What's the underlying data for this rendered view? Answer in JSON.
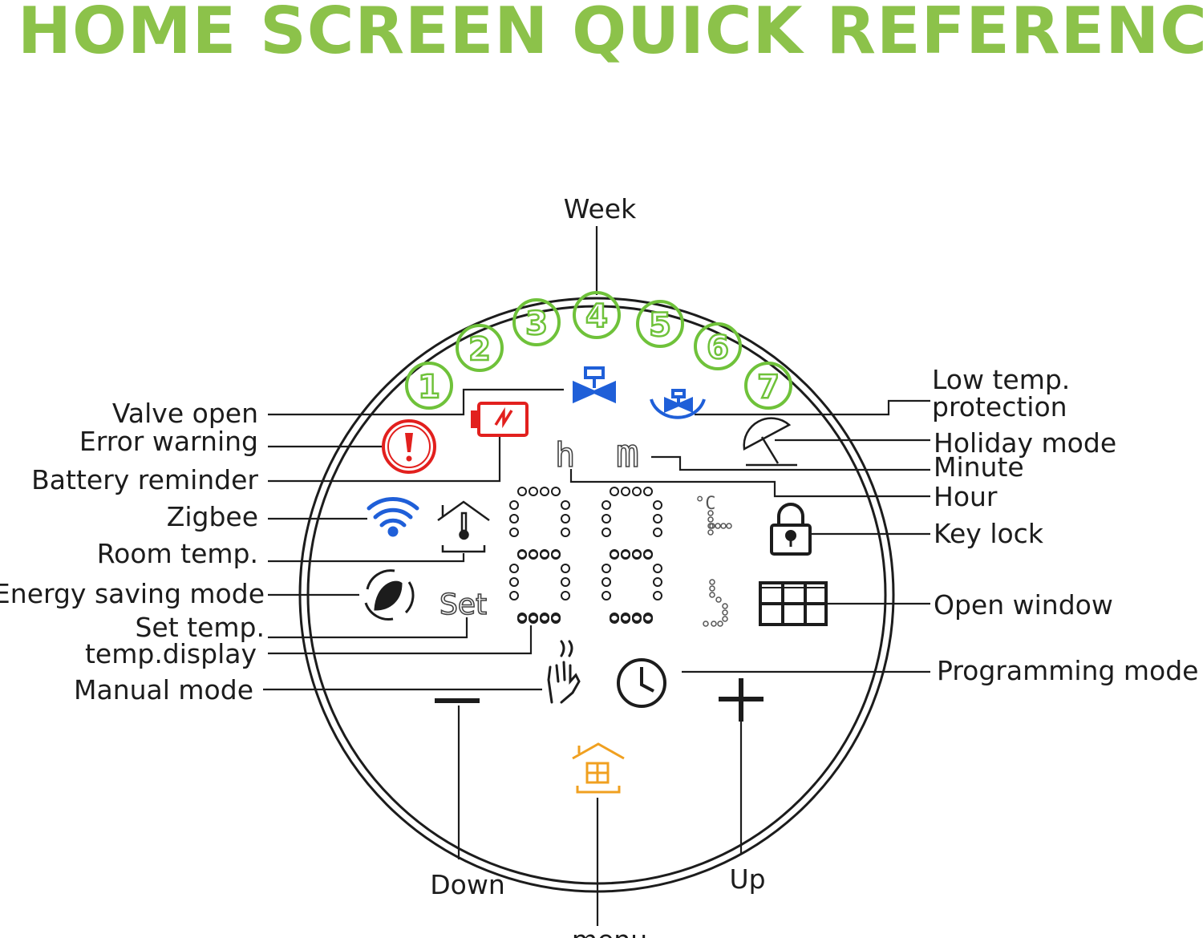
{
  "title": "HOME SCREEN QUICK REFERENCE",
  "colors": {
    "title": "#8cc24a",
    "day_green": "#6fc23a",
    "blue": "#1f5fd8",
    "red": "#e2201e",
    "orange": "#f0a020",
    "ink": "#1c1c1c"
  },
  "week_days": [
    "1",
    "2",
    "3",
    "4",
    "5",
    "6",
    "7"
  ],
  "display": {
    "hour_symbol": "h",
    "minute_symbol": "m",
    "unit": "°C",
    "set_symbol": "Set",
    "digits": "8888"
  },
  "labels": {
    "week": "Week",
    "valve_open": "Valve open",
    "error_warning": "Error warning",
    "battery_reminder": "Battery reminder",
    "zigbee": "Zigbee",
    "room_temp": "Room temp.",
    "energy_saving_mode": "Energy saving mode",
    "set_temp": "Set temp.",
    "temp_display": "temp.display",
    "manual_mode": "Manual mode",
    "low_temp_protection_1": "Low temp.",
    "low_temp_protection_2": "protection",
    "holiday_mode": "Holiday mode",
    "minute": "Minute",
    "hour": "Hour",
    "key_lock": "Key lock",
    "open_window": "Open window",
    "programming_mode": "Programming mode",
    "down": "Down",
    "up": "Up",
    "menu": "menu"
  },
  "icons": [
    "valve-open-icon",
    "error-warning-icon",
    "battery-reminder-icon",
    "zigbee-icon",
    "room-temp-icon",
    "energy-saving-icon",
    "low-temp-protection-icon",
    "holiday-mode-icon",
    "key-lock-icon",
    "open-window-icon",
    "manual-mode-icon",
    "programming-mode-icon",
    "minus-icon",
    "plus-icon",
    "menu-home-icon"
  ]
}
